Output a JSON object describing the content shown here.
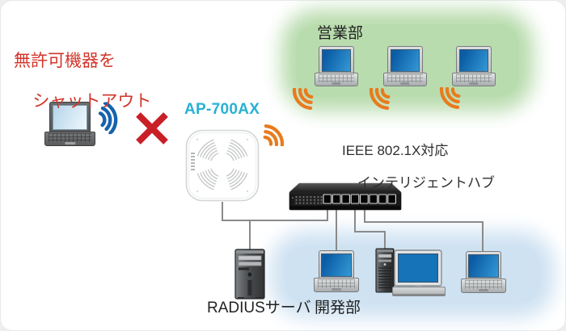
{
  "blocked_device": {
    "note_line1": "無許可機器を",
    "note_line2": "シャットアウト",
    "note_color": "#d2342a",
    "x_color": "#c92028"
  },
  "access_point": {
    "model": "AP-700AX",
    "model_color": "#27b1d4"
  },
  "sales_zone": {
    "label": "営業部",
    "color": "#b9dcae",
    "laptop_count": 3
  },
  "hub": {
    "label_line1": "IEEE 802.1X対応",
    "label_line2": "インテリジェントハブ",
    "port_count": 8
  },
  "radius_server": {
    "label": "RADIUSサーバ"
  },
  "dev_zone": {
    "label": "開発部",
    "color": "#cfe2f2",
    "devices": [
      "laptop",
      "desktop-pc",
      "laptop"
    ]
  },
  "signal_colors": {
    "authorized_orange": "#e87b1e",
    "unauthorized_blue": "#1563ad"
  },
  "cable_color": "#8a8a8a",
  "icons": {
    "wifi-signal-icon": "three concentric arcs",
    "blocked-x-icon": "red cross",
    "laptop-icon": "notebook computer",
    "access-point-icon": "white ceiling AP with fan vent pattern",
    "switch-hub-icon": "8-port black switch",
    "server-tower-icon": "RADIUS tower server",
    "desktop-pc-icon": "tower + monitor + keyboard"
  }
}
